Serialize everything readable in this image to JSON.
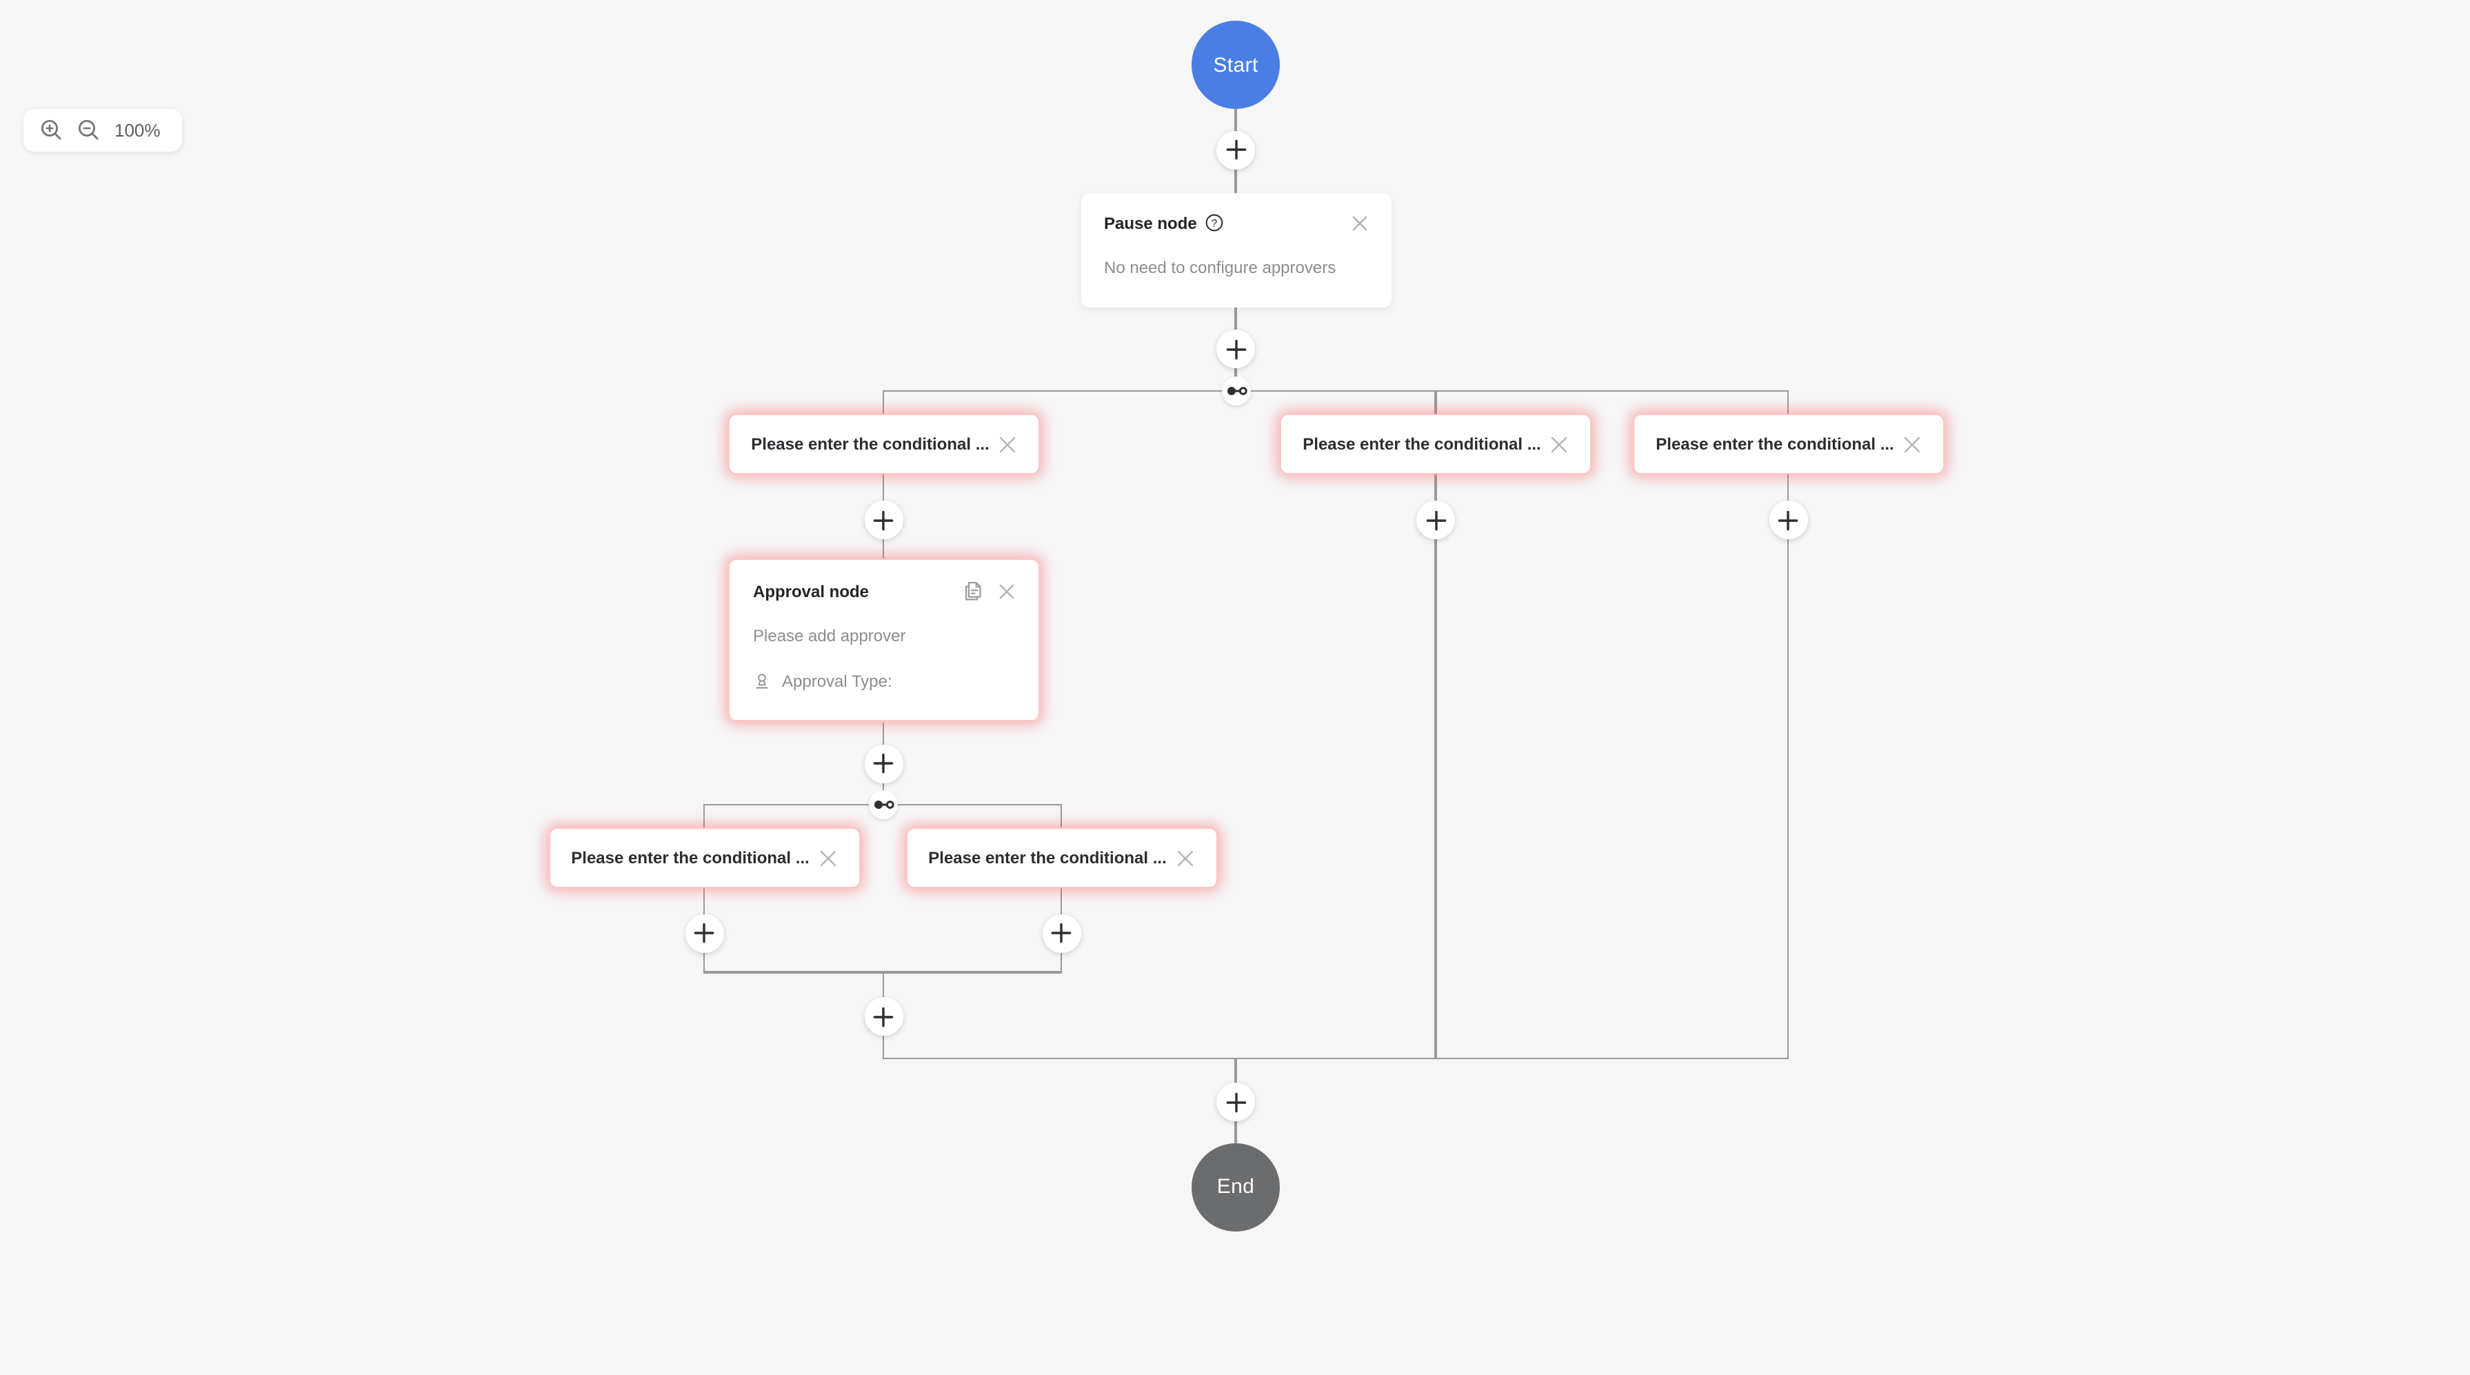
{
  "toolbar": {
    "zoom_level": "100%",
    "zoom_in_icon": "magnifier-plus",
    "zoom_out_icon": "magnifier-minus"
  },
  "flow": {
    "start_label": "Start",
    "end_label": "End",
    "pause": {
      "title": "Pause node",
      "help_icon": "question-circle",
      "close_icon": "x-close",
      "description": "No need to configure approvers"
    },
    "approval": {
      "title": "Approval node",
      "copy_icon": "copy-document",
      "close_icon": "x-close",
      "description": "Please add approver",
      "type_icon": "stamp",
      "type_label": "Approval Type:"
    },
    "conditions": [
      {
        "label": "Please enter the conditional ...",
        "close_icon": "x-close"
      },
      {
        "label": "Please enter the conditional ...",
        "close_icon": "x-close"
      },
      {
        "label": "Please enter the conditional ...",
        "close_icon": "x-close"
      },
      {
        "label": "Please enter the conditional ...",
        "close_icon": "x-close"
      },
      {
        "label": "Please enter the conditional ...",
        "close_icon": "x-close"
      }
    ],
    "branch_marker_icon": "dot-link",
    "add_button_icon": "plus"
  },
  "colors": {
    "canvas_bg": "#f6f6f7",
    "card_bg": "#ffffff",
    "start_node": "#4a7ee5",
    "end_node": "#6a6c6d",
    "line": "#98999b",
    "condition_border": "#ffc6c6",
    "condition_glow": "#fa6060",
    "title_text": "#212428",
    "muted_text": "#8a8d90",
    "icon_gray": "#9a9c9f"
  }
}
